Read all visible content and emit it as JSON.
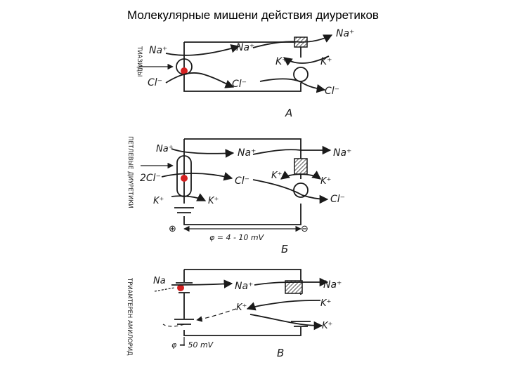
{
  "title": "Молекулярные мишени действия диуретиков",
  "colors": {
    "marker": "#d42020",
    "ink": "#1a1a1a",
    "hatch": "#555555"
  },
  "panel_a": {
    "side_label": "ТИАЗИДЫ",
    "letter": "А",
    "na_lumen": "Na⁺",
    "na_cell": "Na⁺",
    "na_out": "Na⁺",
    "k_left": "K⁺",
    "k_right": "K⁺",
    "cl_lumen": "Cl⁻",
    "cl_cell": "Cl⁻",
    "cl_out": "Cl⁻"
  },
  "panel_b": {
    "side_label": "ПЕТЛЕВЫЕ ДИУРЕТИКИ",
    "letter": "Б",
    "na_lumen": "Na⁺",
    "na_cell": "Na⁺",
    "na_out": "Na⁺",
    "cl_lumen": "2Cl⁻",
    "cl_cell": "Cl⁻",
    "cl_out": "Cl⁻",
    "k_lumen": "K⁺",
    "k_cell": "K⁺",
    "k_left": "K⁺",
    "k_right": "K⁺",
    "plus": "⊕",
    "minus": "⊖",
    "potential": "φ = 4 - 10 mV"
  },
  "panel_c": {
    "side_label": "ТРИАМТЕРЕН АМИЛОРИД",
    "letter": "В",
    "na_lumen": "Na",
    "na_cell": "Na⁺",
    "na_out": "Na⁺",
    "k_cell": "K⁺",
    "k_right1": "K⁺",
    "k_right2": "K⁺",
    "potential": "φ = 50 mV"
  }
}
